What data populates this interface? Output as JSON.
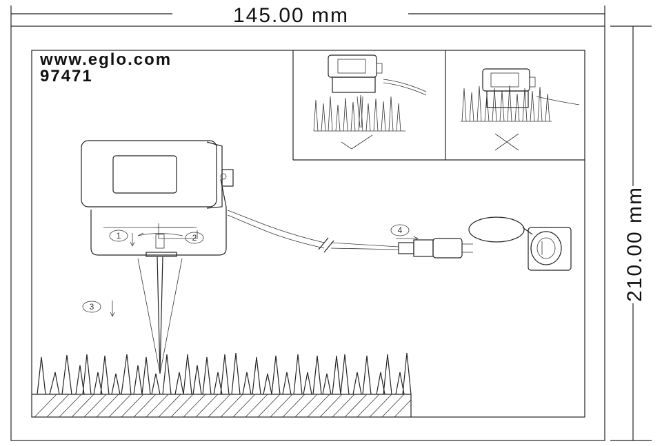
{
  "dimensions": {
    "width_label": "145.00 mm",
    "height_label": "210.00 mm"
  },
  "brand": {
    "website": "www.eglo.com",
    "article_number": "97471"
  },
  "steps": [
    "1",
    "2",
    "3",
    "4"
  ],
  "check_panels": {
    "correct_icon": "check-icon",
    "incorrect_icon": "cross-icon"
  },
  "colors": {
    "line": "#222222",
    "background": "#ffffff"
  }
}
